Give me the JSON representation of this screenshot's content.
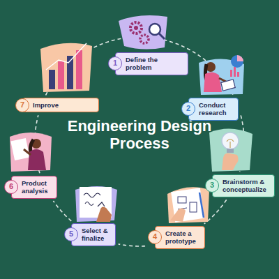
{
  "diagram": {
    "title": "Engineering Design Process",
    "nodes": [
      {
        "text": [
          "1",
          "Define the problem"
        ]
      },
      {
        "text": [
          "2",
          "Conduct research"
        ]
      },
      {
        "text": [
          "3",
          "Brainstorm & conceptualize"
        ]
      },
      {
        "text": [
          "4",
          "Create a prototype"
        ]
      },
      {
        "text": [
          "5",
          "Select & finalize"
        ]
      },
      {
        "text": [
          "6",
          "Product analysis"
        ]
      },
      {
        "text": [
          "7",
          "Improve"
        ]
      }
    ],
    "edges": [
      {
        "from": 0,
        "to": 1,
        "arrow": "none"
      },
      {
        "from": 1,
        "to": 2,
        "arrow": "none"
      },
      {
        "from": 2,
        "to": 3,
        "arrow": "none"
      },
      {
        "from": 3,
        "to": 4,
        "arrow": "none"
      },
      {
        "from": 4,
        "to": 5,
        "arrow": "none"
      },
      {
        "from": 5,
        "to": 6,
        "arrow": "none"
      },
      {
        "from": 6,
        "to": 0,
        "arrow": "none"
      }
    ]
  }
}
